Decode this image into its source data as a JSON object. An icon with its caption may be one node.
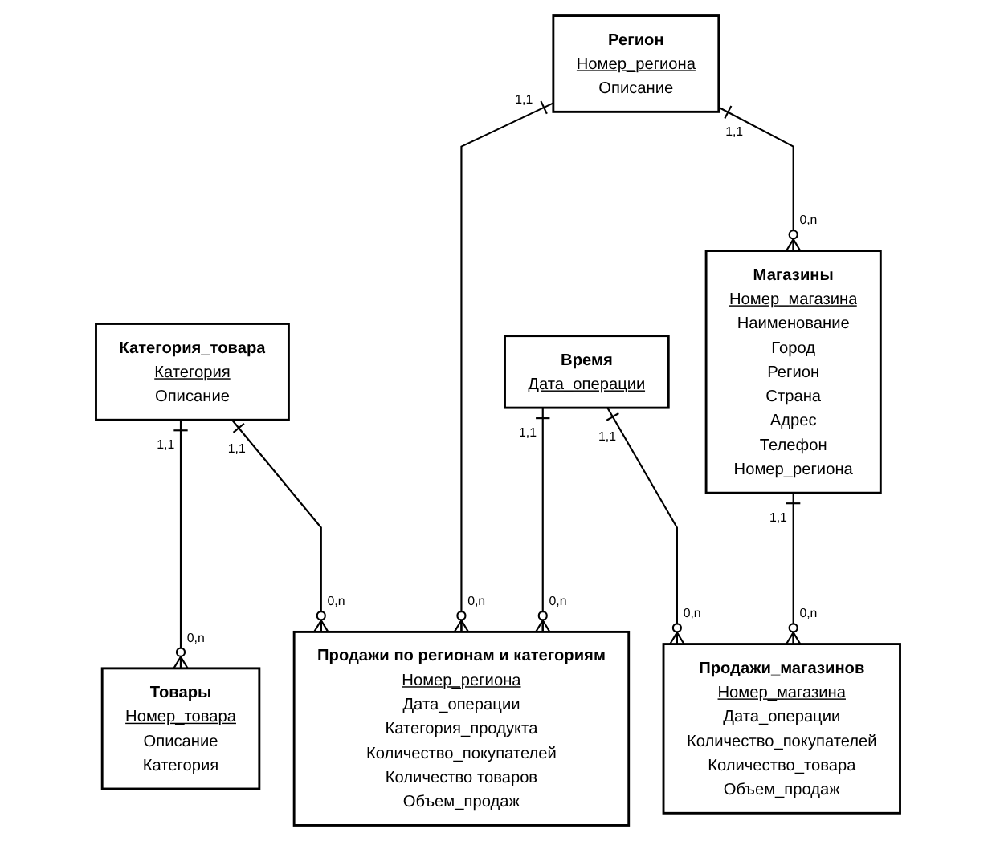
{
  "diagram": {
    "nodes": [
      {
        "text": [
          "Категория_товара",
          "Категория",
          "Описание"
        ]
      },
      {
        "text": [
          "Продажи по регионам и категориям",
          "Номер_региона",
          "Дата_операции",
          "Категория_продукта",
          "Количество_покупателей",
          "Количество товаров",
          "Объем_продаж"
        ]
      },
      {
        "text": [
          "Регион",
          "Номер_региона",
          "Описание"
        ]
      },
      {
        "text": [
          "Товары",
          "Номер_товара",
          "Описание",
          "Категория"
        ]
      },
      {
        "text": [
          "Магазины",
          "Номер_магазина",
          "Наименование",
          "Город",
          "Регион",
          "Страна",
          "Адрес",
          "Телефон",
          "Номер_региона"
        ]
      },
      {
        "text": [
          "Время",
          "Дата_операции"
        ]
      },
      {
        "text": [
          "Продажи_магазинов",
          "Номер_магазина",
          "Дата_операции",
          "Количество_покупателей",
          "Количество_товара",
          "Объем_продаж"
        ]
      }
    ],
    "edges": [
      {
        "from": 0,
        "to": 3,
        "arrow": "other"
      },
      {
        "from": 0,
        "to": 1,
        "arrow": "other"
      },
      {
        "from": 2,
        "to": 1,
        "arrow": "other"
      },
      {
        "from": 2,
        "to": 4,
        "arrow": "other"
      },
      {
        "from": 5,
        "to": 1,
        "arrow": "other"
      },
      {
        "from": 5,
        "to": 6,
        "arrow": "other"
      },
      {
        "from": 4,
        "to": 6,
        "arrow": "other"
      }
    ],
    "labels": [
      "1,1",
      "1,1",
      "0,n",
      "1,1",
      "1,1",
      "0,n",
      "0,n",
      "0,n",
      "0,n",
      "1,1",
      "1,1",
      "1,1",
      "0,n",
      "0,n"
    ]
  }
}
